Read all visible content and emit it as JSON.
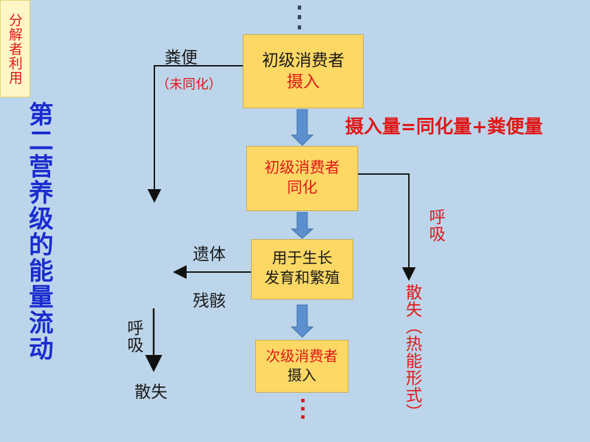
{
  "side_title": "第二营养级的能量流动",
  "formula": "摄入量=同化量+粪便量",
  "boxes": {
    "intake": {
      "line1": "初级消费者",
      "line2": "摄入"
    },
    "assimilation": {
      "line1": "初级消费者",
      "line2": "同化"
    },
    "growth": {
      "line1": "用于生长",
      "line2": "发育和繁殖"
    },
    "secondary": {
      "line1": "次级消费者",
      "line2": "摄入"
    }
  },
  "labels": {
    "feces": "粪便",
    "feces_note": "（未同化）",
    "decomposer": "分解者利用",
    "remains_1": "遗体",
    "remains_2": "残骸",
    "respiration_right": "呼吸",
    "heat_loss": "散失（热能形式）",
    "respiration_left": "呼吸",
    "loss_left": "散失"
  },
  "colors": {
    "background": "#bcd5ea",
    "box": "#fdd865",
    "red": "#e01818",
    "blue_title": "#1a2ccf",
    "arrow_fill": "#5b8fce"
  }
}
